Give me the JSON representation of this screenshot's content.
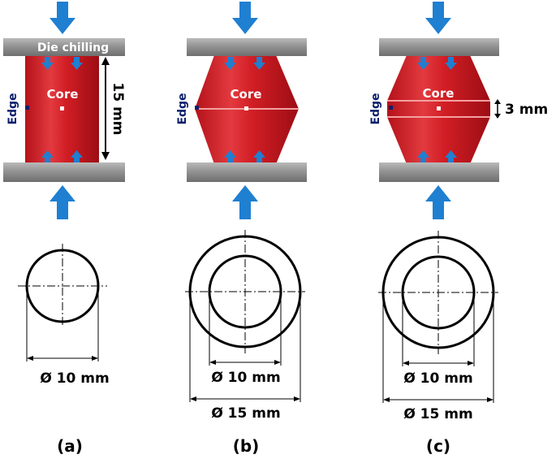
{
  "panels": [
    {
      "id": "a",
      "caption": "(a)",
      "die_label": "Die chilling",
      "core_label": "Core",
      "edge_label": "Edge",
      "height_label": "15 mm",
      "dims": [
        "Ø 10 mm"
      ]
    },
    {
      "id": "b",
      "caption": "(b)",
      "core_label": "Core",
      "edge_label": "Edge",
      "dims": [
        "Ø 10 mm",
        "Ø 15 mm"
      ]
    },
    {
      "id": "c",
      "caption": "(c)",
      "core_label": "Core",
      "edge_label": "Edge",
      "band_label": "3 mm",
      "dims": [
        "Ø 10 mm",
        "Ø 15 mm"
      ]
    }
  ],
  "colors": {
    "specimen": "#c8161d",
    "specimen_highlight": "#e64a4a",
    "die_plate": "#9a9a9a",
    "arrow": "#1f7fd1",
    "outline": "#000000",
    "edge_marker": "#0b1f6b"
  }
}
